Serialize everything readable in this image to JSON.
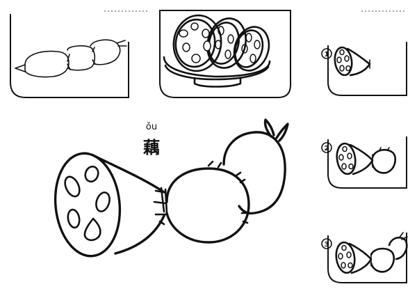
{
  "title": {
    "pinyin": "ǒu",
    "character": "藕"
  },
  "steps": [
    {
      "number": "1"
    },
    {
      "number": "2"
    },
    {
      "number": "3"
    }
  ],
  "colors": {
    "ink": "#111111",
    "paper": "#ffffff"
  }
}
